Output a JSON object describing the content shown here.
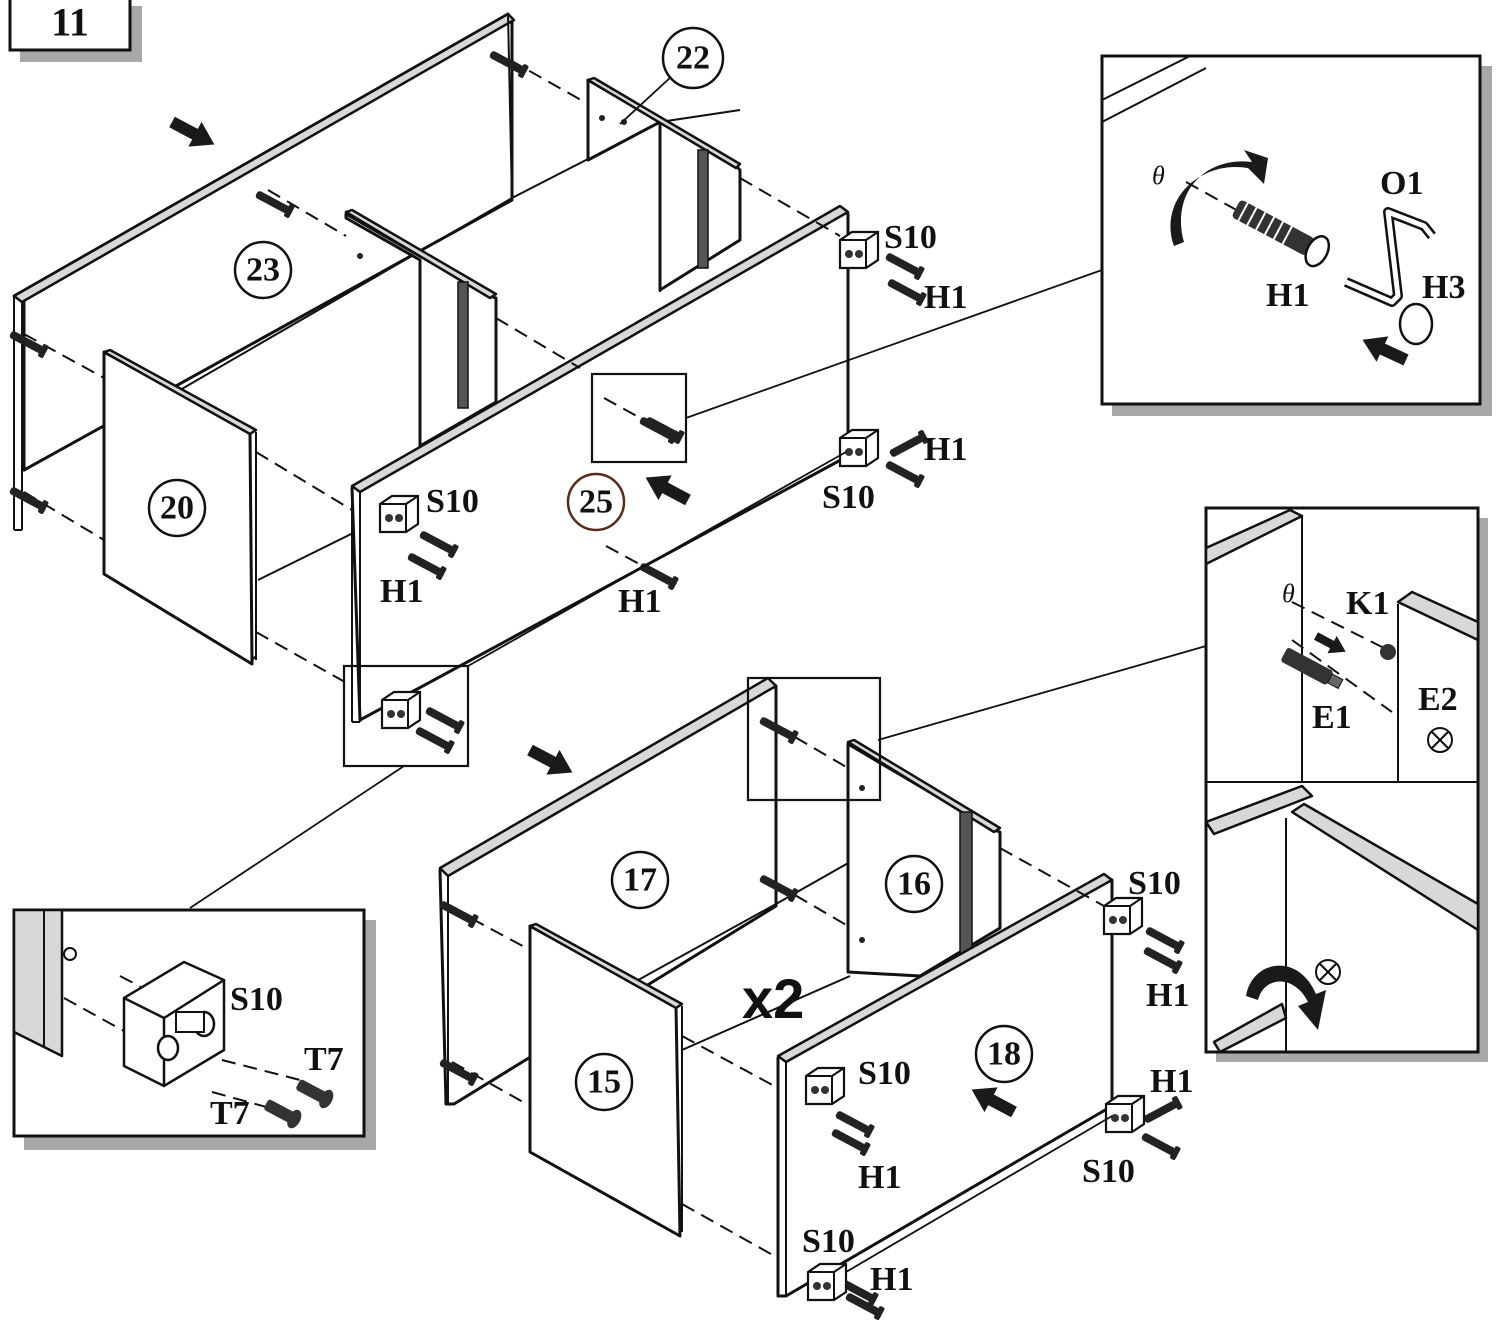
{
  "step": {
    "number": "11"
  },
  "multiplier": "x2",
  "panels": {
    "p22": "22",
    "p23": "23",
    "p20": "20",
    "p25": "25",
    "p17": "17",
    "p16": "16",
    "p15": "15",
    "p18": "18"
  },
  "hardware": {
    "s10": "S10",
    "h1": "H1",
    "h3": "H3",
    "o1": "O1",
    "t7": "T7",
    "k1": "K1",
    "e1": "E1",
    "e2": "E2"
  },
  "symbols": {
    "theta": "θ"
  }
}
